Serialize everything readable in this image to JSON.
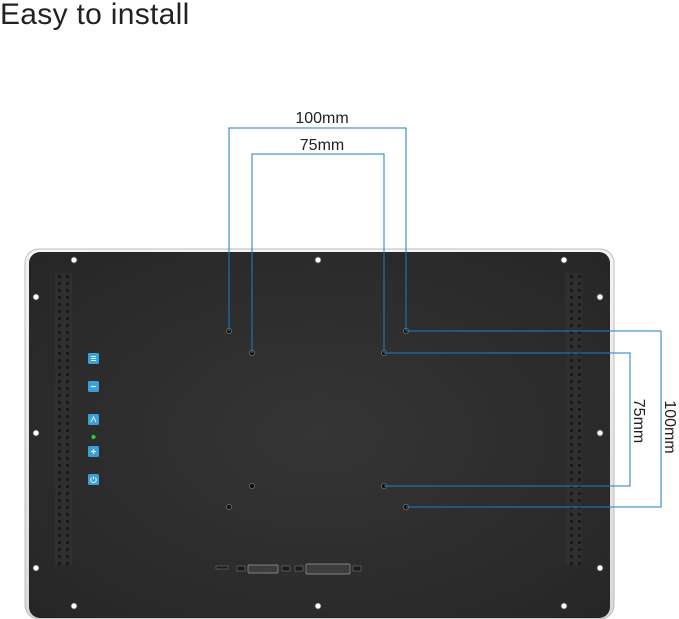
{
  "heading": "Easy to install",
  "dimensions": {
    "outer_horizontal": "100mm",
    "inner_horizontal": "75mm",
    "inner_vertical": "75mm",
    "outer_vertical": "100mm"
  },
  "colors": {
    "frame": "#e8e8e8",
    "panel": "#2b2b2b",
    "dimension_line": "#1a7fc4",
    "button": "#3aa0d8",
    "indicator_led": "#2ecc40"
  },
  "side_buttons": [
    {
      "icon": "menu-icon"
    },
    {
      "icon": "minus-icon"
    },
    {
      "icon": "source-icon"
    },
    {
      "icon": "plus-icon"
    },
    {
      "icon": "power-icon"
    }
  ]
}
